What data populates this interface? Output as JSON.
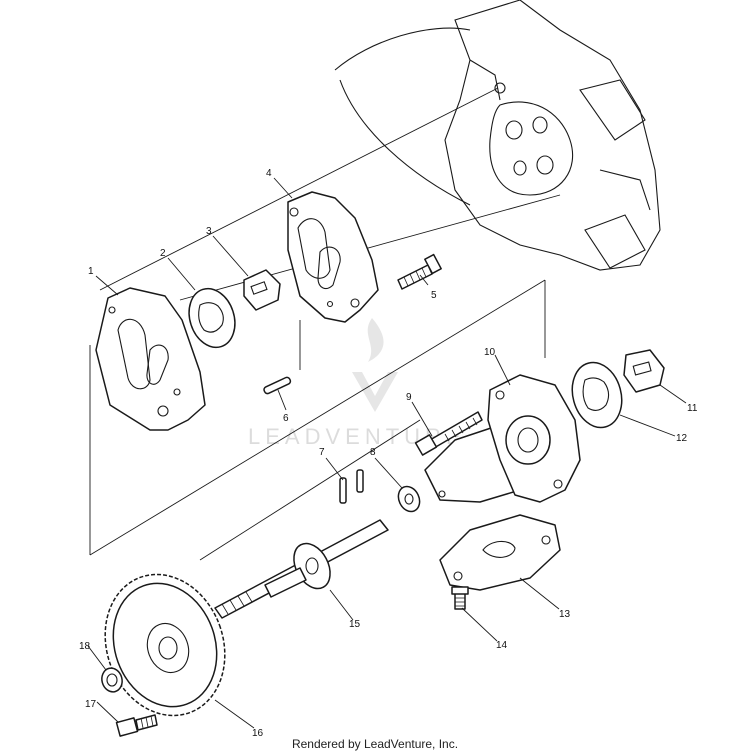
{
  "watermark": "LEADVENTURE",
  "footer": "Rendered by LeadVenture, Inc.",
  "callouts": [
    "1",
    "2",
    "3",
    "4",
    "5",
    "6",
    "7",
    "8",
    "9",
    "10",
    "11",
    "12",
    "13",
    "14",
    "15",
    "16",
    "17",
    "18"
  ],
  "colors": {
    "line": "#1a1a1a",
    "watermark": "#d9d9d9",
    "background": "#ffffff"
  }
}
